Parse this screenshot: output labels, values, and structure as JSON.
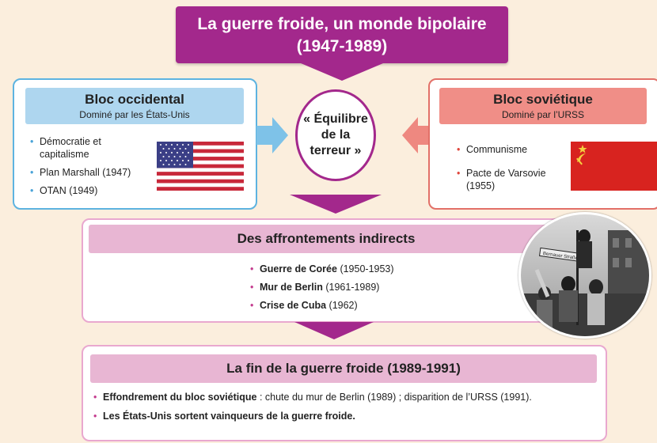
{
  "title": {
    "line1": "La guerre froide, un monde bipolaire",
    "line2": "(1947-1989)"
  },
  "west": {
    "title": "Bloc occidental",
    "subtitle": "Dominé par les États-Unis",
    "items": [
      "Démocratie et capitalisme",
      "Plan Marshall (1947)",
      "OTAN (1949)"
    ],
    "accent": "#5db3e0"
  },
  "east": {
    "title": "Bloc soviétique",
    "subtitle": "Dominé par l’URSS",
    "items": [
      "Communisme",
      "Pacte de Varsovie (1955)"
    ],
    "accent": "#e27068"
  },
  "center": {
    "line1": "« Équilibre",
    "line2": "de la",
    "line3": "terreur »"
  },
  "indirect": {
    "title": "Des affrontements indirects",
    "items": [
      {
        "strong": "Guerre de Corée",
        "rest": " (1950-1953)"
      },
      {
        "strong": "Mur de Berlin",
        "rest": " (1961-1989)"
      },
      {
        "strong": "Crise de Cuba",
        "rest": " (1962)"
      }
    ]
  },
  "end": {
    "title": "La fin de la guerre froide (1989-1991)",
    "items": [
      {
        "strong": "Effondrement du bloc soviétique",
        "rest": " : chute du mur de Berlin (1989) ; disparition de l’URSS (1991)."
      },
      {
        "strong": "Les États-Unis sortent vainqueurs de la guerre froide.",
        "rest": ""
      }
    ]
  },
  "photo": {
    "sign_text": "Bernauer Straße"
  },
  "colors": {
    "primary": "#a3288c",
    "pink_header": "#e8b6d3",
    "blue_header": "#aed6ef",
    "red_header": "#f08e87",
    "background": "#fbeedd"
  }
}
